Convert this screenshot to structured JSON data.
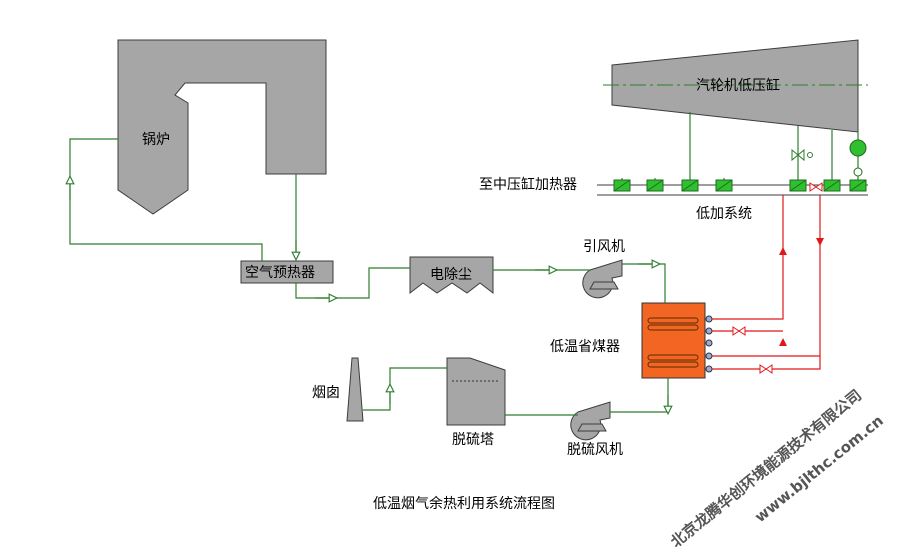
{
  "labels": {
    "boiler": "锅炉",
    "air_preheater": "空气预热器",
    "esp": "电除尘",
    "induced_fan": "引风机",
    "turbine": "汽轮机低压缸",
    "to_ip_heater": "至中压缸加热器",
    "lp_heating": "低加系统",
    "economizer": "低温省煤器",
    "chimney": "烟囱",
    "desulf_tower": "脱硫塔",
    "desulf_fan": "脱硫风机"
  },
  "caption": "低温烟气余热利用系统流程图",
  "watermark": {
    "line1": "北京龙腾华创环境能源技术有限公司",
    "line2": "www.bjlthc.com.cn"
  },
  "colors": {
    "equipment_fill": "#a6a6a6",
    "flue_line": "#2e7d2e",
    "water_line": "#e01818",
    "economizer_fill": "#f26522",
    "heater_fill": "#2fbf2f"
  }
}
